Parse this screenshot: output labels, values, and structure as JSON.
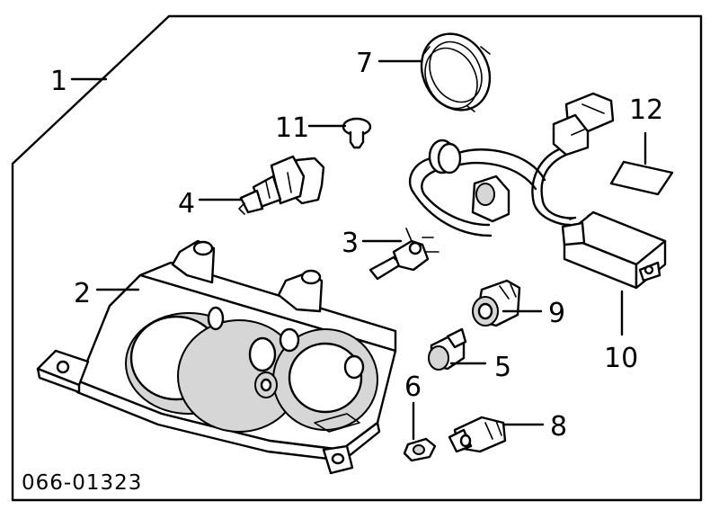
{
  "diagram": {
    "code": "066-01323",
    "callouts": [
      "1",
      "2",
      "3",
      "4",
      "5",
      "6",
      "7",
      "8",
      "9",
      "10",
      "11",
      "12"
    ]
  }
}
